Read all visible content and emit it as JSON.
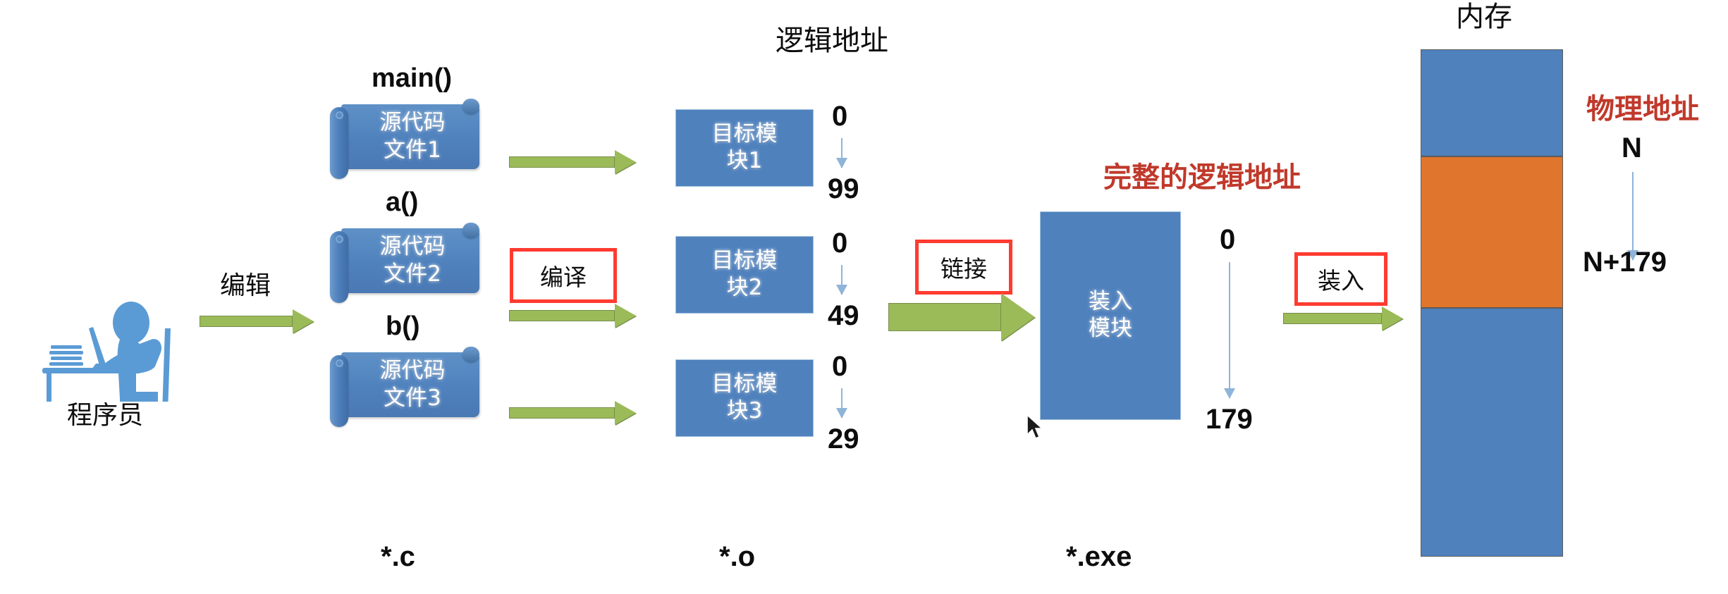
{
  "diagram": {
    "title_texts": {
      "logical_address": "逻辑地址",
      "full_logical_address": "完整的逻辑地址",
      "memory": "内存",
      "physical_address": "物理地址"
    },
    "programmer": {
      "label": "程序员",
      "icon": "person-at-desk-icon"
    },
    "steps": {
      "edit": "编辑",
      "compile": "编译",
      "link": "链接",
      "load": "装入"
    },
    "source_files": [
      {
        "func": "main()",
        "line1": "源代码",
        "line2": "文件1"
      },
      {
        "func": "a()",
        "line1": "源代码",
        "line2": "文件2"
      },
      {
        "func": "b()",
        "line1": "源代码",
        "line2": "文件3"
      }
    ],
    "source_ext": "*.c",
    "object_modules": [
      {
        "line1": "目标模",
        "line2": "块1",
        "start": "0",
        "end": "99"
      },
      {
        "line1": "目标模",
        "line2": "块2",
        "start": "0",
        "end": "49"
      },
      {
        "line1": "目标模",
        "line2": "块3",
        "start": "0",
        "end": "29"
      }
    ],
    "object_ext": "*.o",
    "load_module": {
      "line1": "装入",
      "line2": "模块",
      "start": "0",
      "end": "179",
      "ext": "*.exe"
    },
    "memory": {
      "physical_start": "N",
      "physical_end": "N+179",
      "segments": [
        {
          "name": "free-upper",
          "color": "#4f81bd"
        },
        {
          "name": "loaded-program",
          "color": "#e0762d"
        },
        {
          "name": "free-lower",
          "color": "#4f81bd"
        }
      ]
    },
    "colors": {
      "blue": "#4f81bd",
      "orange": "#e0762d",
      "green_arrow": "#9bbb59",
      "red_frame": "#ff3b30",
      "red_text": "#c0392b",
      "arrow_blue": "#8fb4d9"
    }
  }
}
